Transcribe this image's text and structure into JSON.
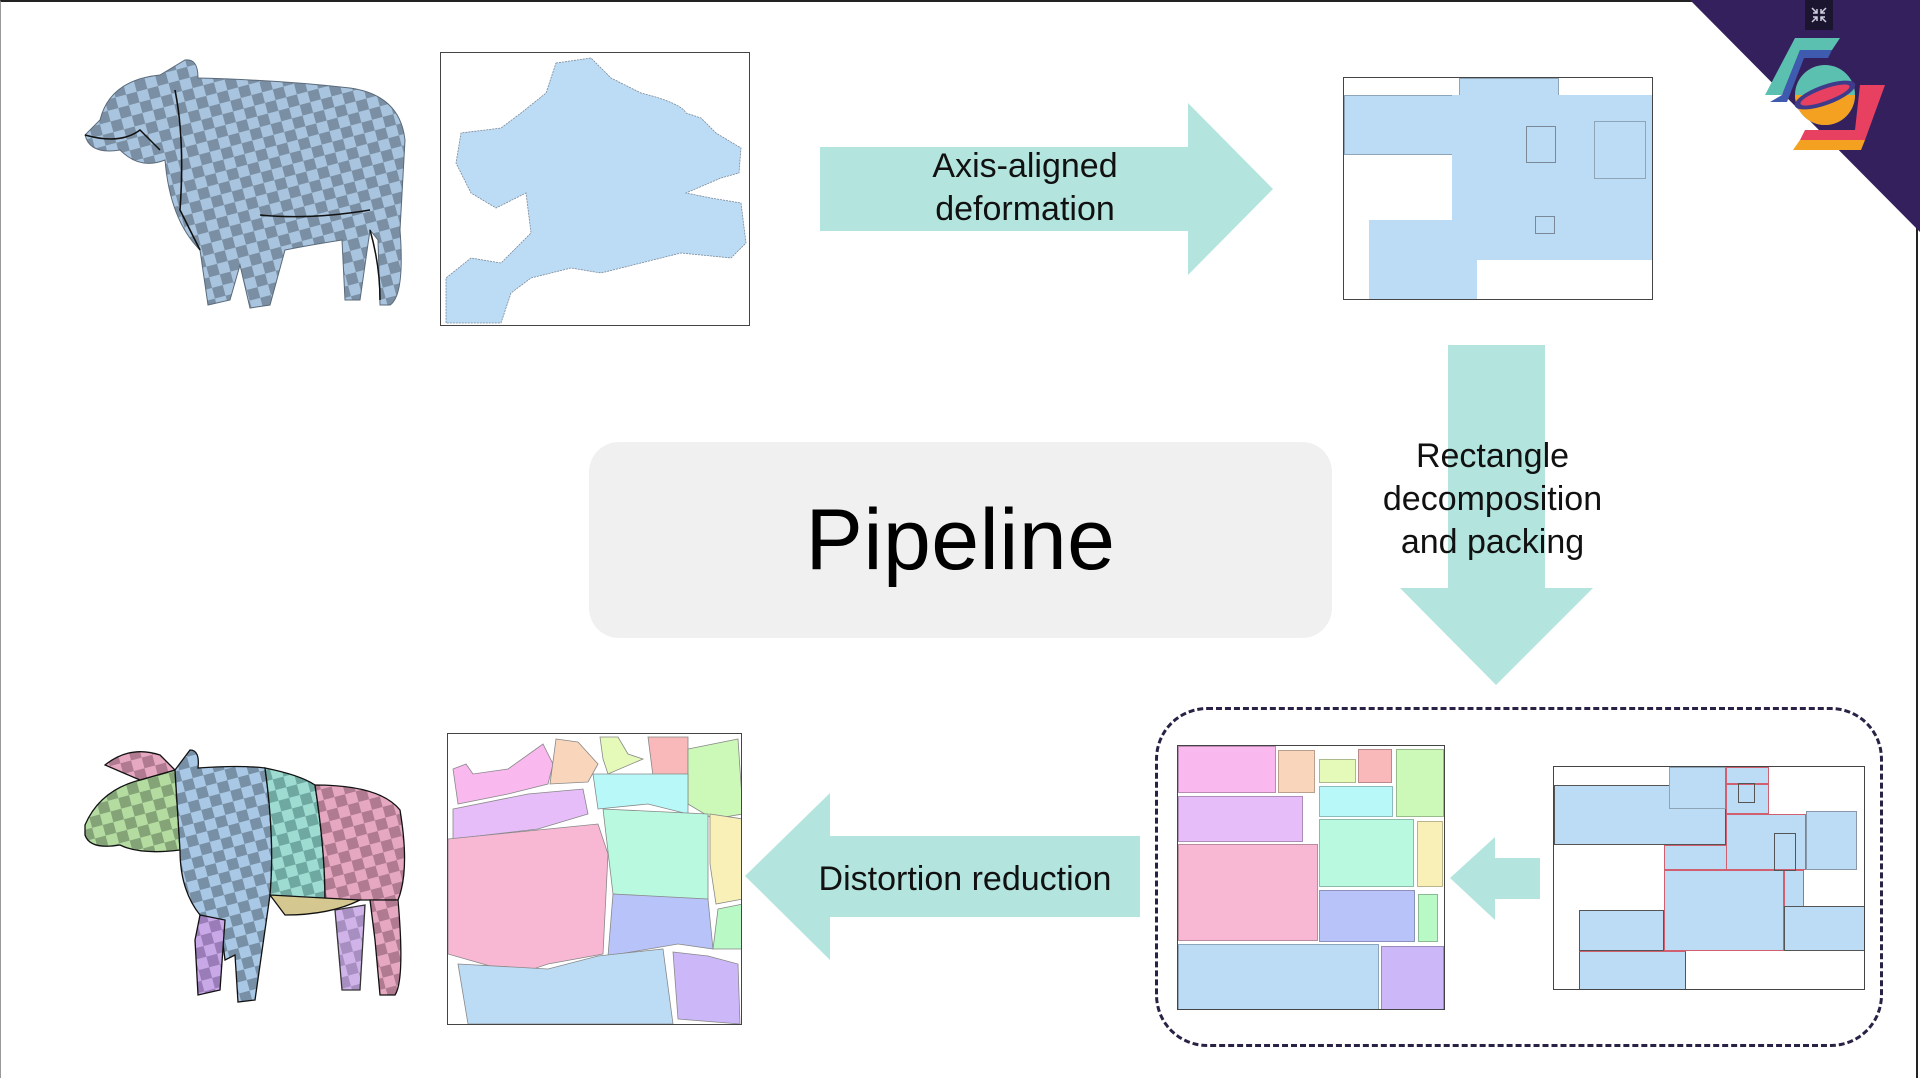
{
  "slide": {
    "title": "Pipeline",
    "steps": [
      {
        "id": "axis-aligned-deformation",
        "label_lines": [
          "Axis-aligned",
          "deformation"
        ],
        "direction": "right"
      },
      {
        "id": "rectangle-decomposition",
        "label_lines": [
          "Rectangle",
          "decomposition",
          "and packing"
        ],
        "direction": "down"
      },
      {
        "id": "distortion-reduction",
        "label_lines": [
          "Distortion reduction"
        ],
        "direction": "left"
      }
    ],
    "panels": {
      "input_mesh": {
        "icon": "cow-mesh-checkerboard-icon",
        "tint": "#9fb9d4"
      },
      "input_uv": {
        "fill": "#bcdcf5"
      },
      "deformed_uv": {
        "fill": "#bcdcf5"
      },
      "decomposed_uv": {
        "fill": "#bcdcf5",
        "split_color": "#d06070"
      },
      "packed_rects": {
        "colors": [
          "#f9b8ee",
          "#f9d6bb",
          "#e5f9b8",
          "#f9b8b9",
          "#ccf9b8",
          "#e6bdf9",
          "#b8f8f9",
          "#f8b8d4",
          "#b8f9e0",
          "#f9f0b8",
          "#b8c3f9",
          "#b8f9c5",
          "#bcdcf6",
          "#ccb8f9"
        ]
      },
      "output_uv": {
        "colors": [
          "#f9b8ee",
          "#f9d6bb",
          "#e5f9b8",
          "#f9b8b9",
          "#ccf9b8",
          "#e6bdf9",
          "#b8f8f9",
          "#f8b8d4",
          "#b8f9e0",
          "#f9f0b8",
          "#b8c3f9",
          "#b8f9c5",
          "#bcdcf6",
          "#ccb8f9"
        ]
      },
      "output_mesh": {
        "icon": "cow-mesh-segmented-icon"
      }
    },
    "colors": {
      "arrow": "#b3e5de",
      "title_box": "#f0f0f0",
      "dashed_border": "#2a2245",
      "corner_bg": "#35205e"
    },
    "logo": {
      "icon": "conference-logo-icon"
    },
    "exit_fullscreen": {
      "icon": "exit-fullscreen-icon"
    }
  }
}
